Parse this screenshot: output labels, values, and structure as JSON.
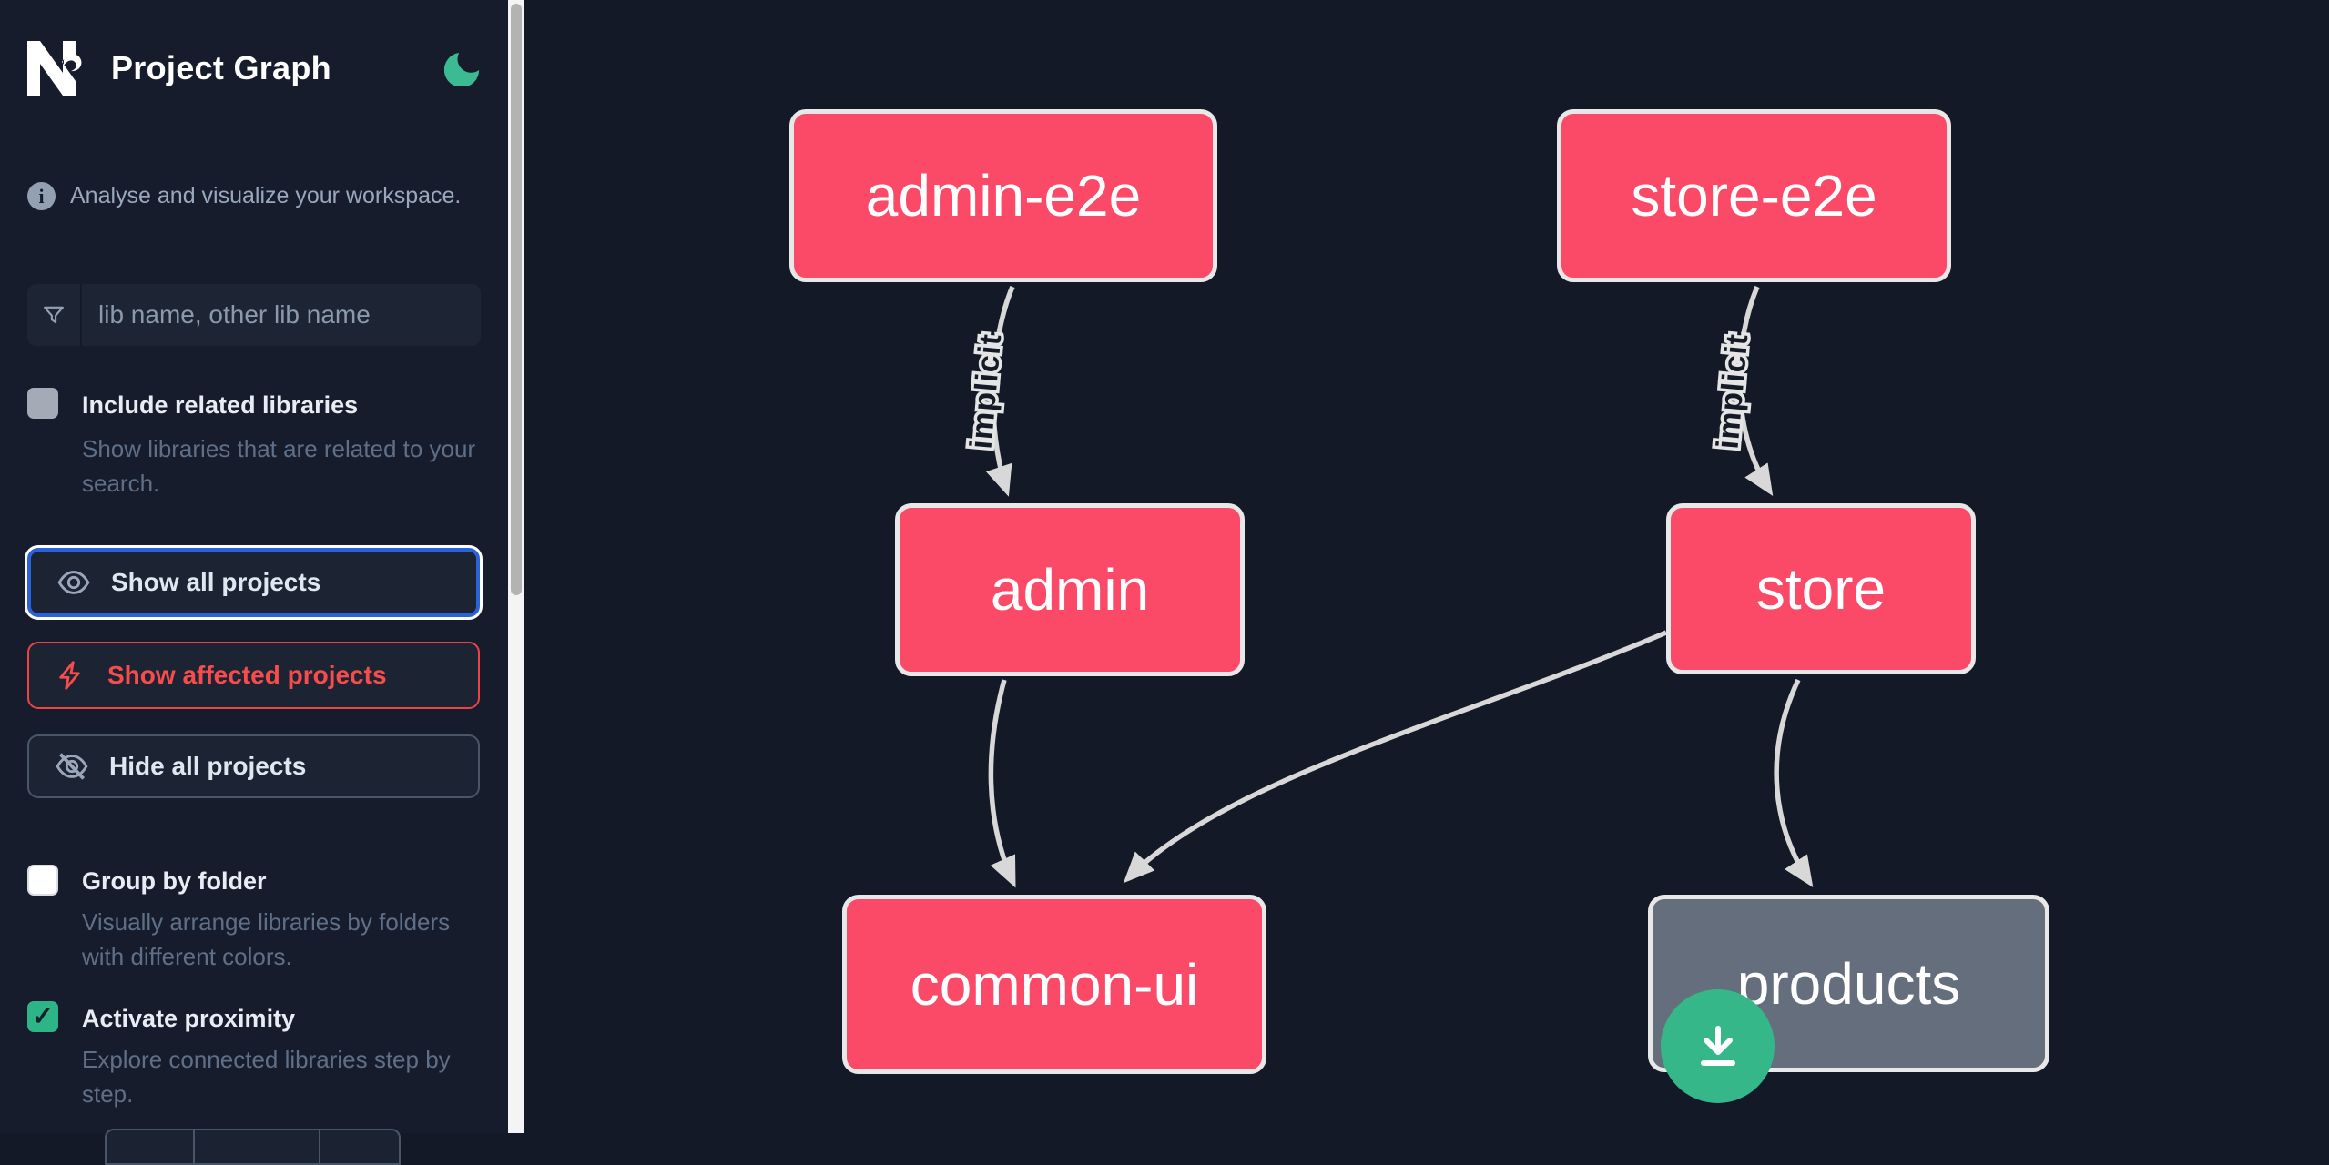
{
  "header": {
    "title": "Project Graph",
    "logo": "nx-logo",
    "theme_toggle_icon": "moon-icon"
  },
  "sidebar": {
    "info_text": "Analyse and visualize your workspace.",
    "search": {
      "placeholder": "lib name, other lib name",
      "value": "",
      "icon": "filter-funnel-icon"
    },
    "toggles": [
      {
        "label": "Include related libraries",
        "description": "Show libraries that are related to your search.",
        "checked": false
      },
      {
        "label": "Group by folder",
        "description": "Visually arrange libraries by folders with different colors.",
        "checked": false
      },
      {
        "label": "Activate proximity",
        "description": "Explore connected libraries step by step.",
        "checked": true
      }
    ],
    "buttons": [
      {
        "label": "Show all projects",
        "icon": "eye-icon",
        "state": "focused"
      },
      {
        "label": "Show affected projects",
        "icon": "bolt-icon",
        "state": "affected"
      },
      {
        "label": "Hide all projects",
        "icon": "eye-off-icon",
        "state": "default"
      }
    ]
  },
  "graph": {
    "nodes": [
      {
        "id": "admin-e2e",
        "label": "admin-e2e",
        "variant": "pink"
      },
      {
        "id": "store-e2e",
        "label": "store-e2e",
        "variant": "pink"
      },
      {
        "id": "admin",
        "label": "admin",
        "variant": "pink"
      },
      {
        "id": "store",
        "label": "store",
        "variant": "pink"
      },
      {
        "id": "common-ui",
        "label": "common-ui",
        "variant": "pink"
      },
      {
        "id": "products",
        "label": "products",
        "variant": "gray"
      }
    ],
    "edges": [
      {
        "from": "admin-e2e",
        "to": "admin",
        "label": "implicit"
      },
      {
        "from": "store-e2e",
        "to": "store",
        "label": "implicit"
      },
      {
        "from": "admin",
        "to": "common-ui",
        "label": ""
      },
      {
        "from": "store",
        "to": "common-ui",
        "label": ""
      },
      {
        "from": "store",
        "to": "products",
        "label": ""
      }
    ],
    "edge_labels": [
      {
        "text": "implicit"
      },
      {
        "text": "implicit"
      }
    ]
  },
  "fab": {
    "icon": "download-icon"
  },
  "colors": {
    "background": "#131927",
    "sidebar_background": "#161c2b",
    "node_pink": "#fb4a68",
    "node_gray": "#656e7c",
    "node_border": "#e8e8e8",
    "edge": "#d8d8d8",
    "accent_green": "#35b789",
    "focus_blue": "#2b62d9",
    "danger_red": "#ee4245"
  }
}
